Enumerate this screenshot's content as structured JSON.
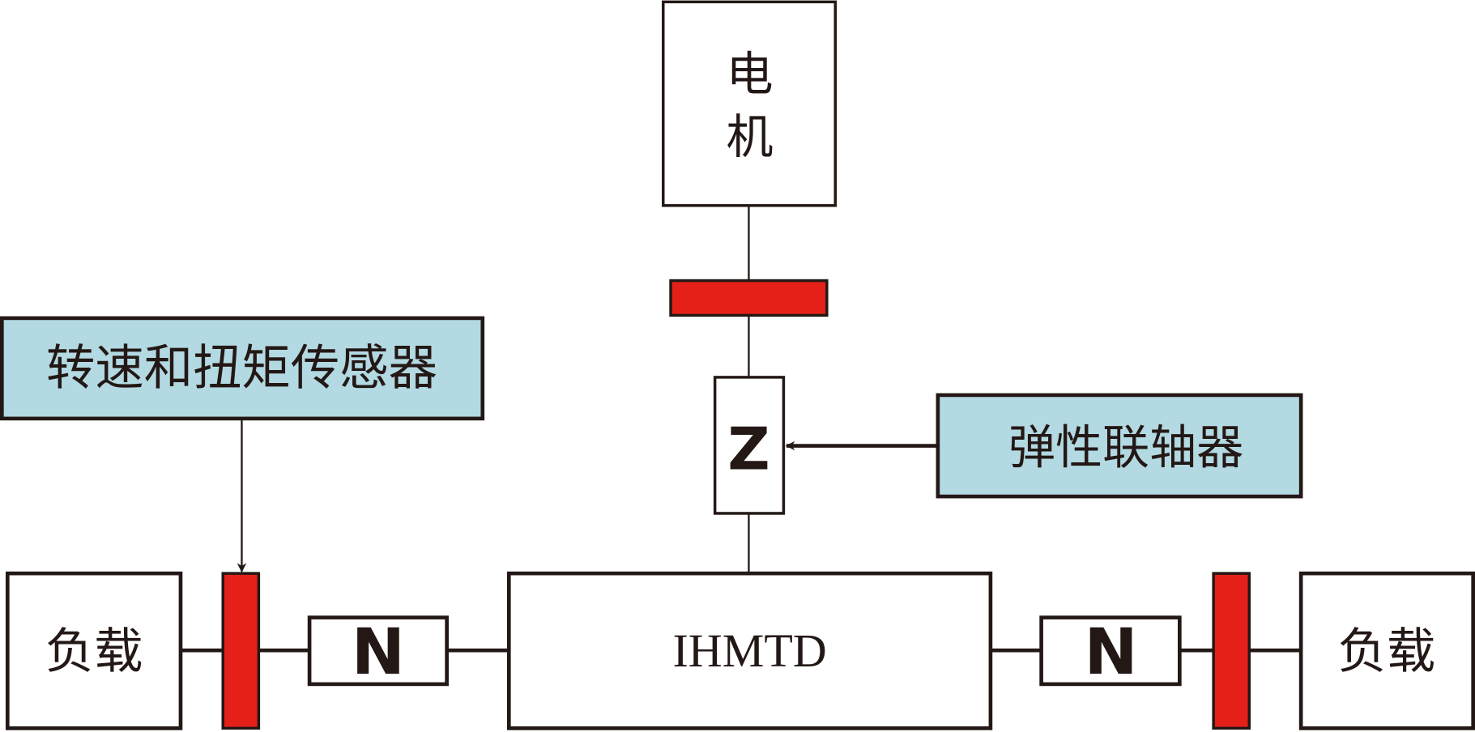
{
  "motor": {
    "label_1": "电",
    "label_2": "机"
  },
  "sensor": {
    "label": "转速和扭矩传感器"
  },
  "coupling": {
    "label": "弹性联轴器",
    "symbol": "Z"
  },
  "center": {
    "label": "IHMTD"
  },
  "load_left": {
    "label": "负载"
  },
  "load_right": {
    "label": "负载"
  },
  "gear_left": {
    "symbol": "N"
  },
  "gear_right": {
    "symbol": "N"
  },
  "colors": {
    "sensor_fill": "#e52019",
    "label_fill": "#b3d9e2",
    "stroke": "#231815"
  }
}
